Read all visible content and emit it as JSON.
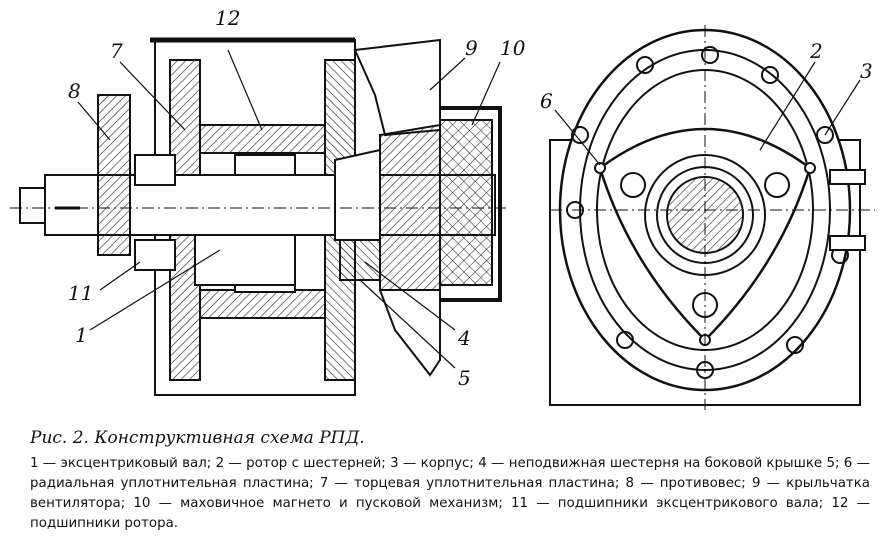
{
  "figure": {
    "callouts": {
      "c1": "1",
      "c2": "2",
      "c3": "3",
      "c4": "4",
      "c5": "5",
      "c6": "6",
      "c7": "7",
      "c8": "8",
      "c9": "9",
      "c10": "10",
      "c11": "11",
      "c12": "12"
    },
    "caption_title": "Рис. 2. Конструктивная схема РПД.",
    "caption_body": "1 — эксцентриковый вал; 2 — ротор с шестерней; 3 — корпус; 4 — неподвижная шестерня на боковой крышке 5; 6 — радиальная уплотнительная пластина; 7 — торцевая уплотнительная пластина; 8 — противовес; 9 — крыльчатка вентилятора; 10 — маховичное магнето и пусковой механизм; 11 — подшипники эксцентрикового вала; 12 — подшипники ротора."
  }
}
